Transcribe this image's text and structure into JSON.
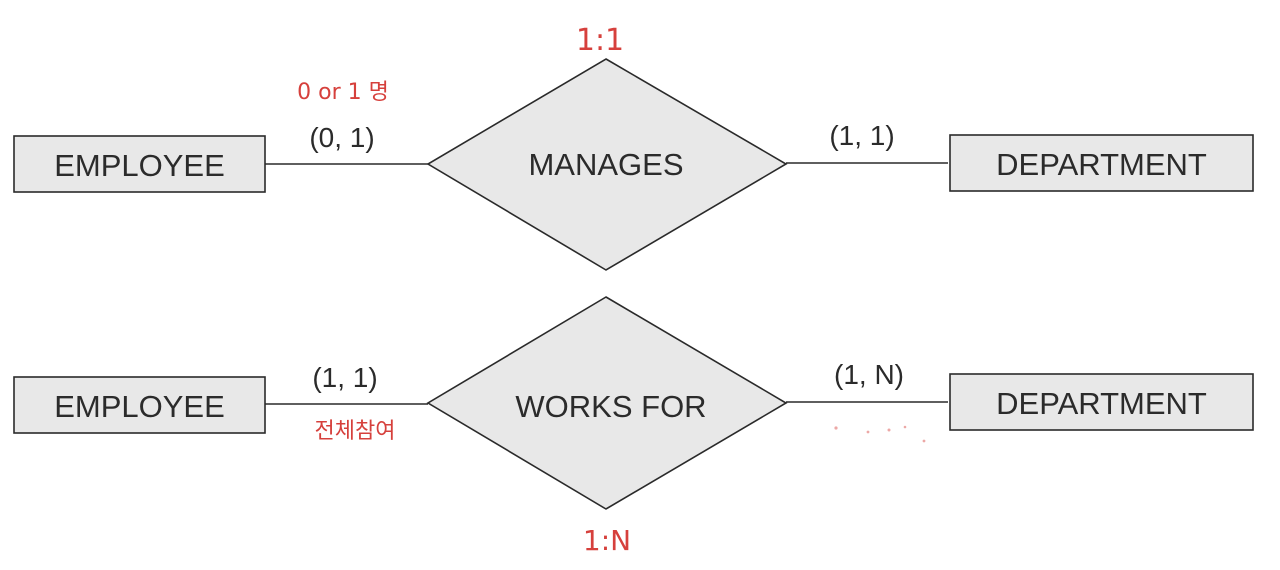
{
  "diagram": {
    "top": {
      "left_entity": "EMPLOYEE",
      "relationship": "MANAGES",
      "right_entity": "DEPARTMENT",
      "left_cardinality": "(0, 1)",
      "right_cardinality": "(1, 1)",
      "ratio_note": "1:1",
      "participation_note": "0 or 1 명"
    },
    "bottom": {
      "left_entity": "EMPLOYEE",
      "relationship": "WORKS FOR",
      "right_entity": "DEPARTMENT",
      "left_cardinality": "(1, 1)",
      "right_cardinality": "(1, N)",
      "ratio_note": "1:N",
      "participation_note": "전체참여"
    },
    "colors": {
      "shape_fill": "#e8e8e8",
      "stroke": "#2a2a2a",
      "text": "#2b2b2b",
      "annotation": "#d6403c"
    }
  }
}
